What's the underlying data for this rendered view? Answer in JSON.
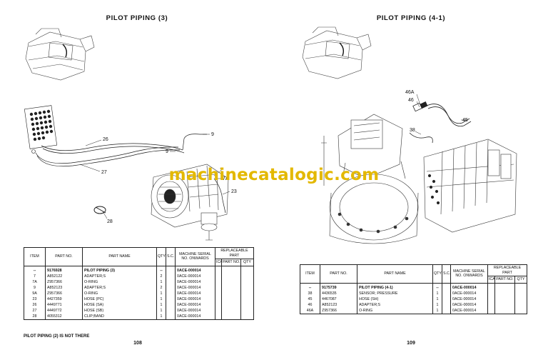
{
  "left_page": {
    "title": "PILOT PIPING (3)",
    "page_number": "108",
    "footnote": "PILOT PIPING (2) IS NOT THERE",
    "callouts": [
      "26",
      "27",
      "9",
      "9",
      "7",
      "7A",
      "23",
      "28"
    ],
    "table": {
      "headers": {
        "item": "ITEM",
        "part_no": "PART NO.",
        "part_name": "PART NAME",
        "qty": "QTY",
        "sc": "S.C.",
        "serial": "MACHINE SERIAL NO. ONWARDS",
        "replaceable": "REPLACEABLE PART",
        "ica": "ICA",
        "rep_part_no": "PART NO.",
        "rep_qty": "QTY"
      },
      "rows": [
        {
          "item": "--",
          "part_no": "9176928",
          "part_name": "PILOT PIPING (3)",
          "qty": "--",
          "sc": "",
          "serial": "0ACE-000014",
          "bold": true
        },
        {
          "item": "7",
          "part_no": "A852122",
          "part_name": "ADAPTER;S",
          "qty": "2",
          "sc": "",
          "serial": "0ACE-000014",
          "bold": false
        },
        {
          "item": "7A",
          "part_no": "Z957366",
          "part_name": "O-RING",
          "qty": "1",
          "sc": "",
          "serial": "0ACE-000014",
          "bold": false
        },
        {
          "item": "9",
          "part_no": "A852123",
          "part_name": "ADAPTER;S",
          "qty": "2",
          "sc": "",
          "serial": "0ACE-000014",
          "bold": false
        },
        {
          "item": "9A",
          "part_no": "Z957366",
          "part_name": "O-RING",
          "qty": "1",
          "sc": "",
          "serial": "0ACE-000014",
          "bold": false
        },
        {
          "item": "23",
          "part_no": "4427359",
          "part_name": "HOSE (PC)",
          "qty": "1",
          "sc": "",
          "serial": "0ACE-000014",
          "bold": false
        },
        {
          "item": "26",
          "part_no": "4449771",
          "part_name": "HOSE (SA)",
          "qty": "1",
          "sc": "",
          "serial": "0ACE-000014",
          "bold": false
        },
        {
          "item": "27",
          "part_no": "4449772",
          "part_name": "HOSE (SB)",
          "qty": "1",
          "sc": "",
          "serial": "0ACE-000014",
          "bold": false
        },
        {
          "item": "28",
          "part_no": "4055312",
          "part_name": "CLIP;BAND",
          "qty": "1",
          "sc": "",
          "serial": "0ACE-000014",
          "bold": false
        }
      ]
    }
  },
  "right_page": {
    "title": "PILOT PIPING (4-1)",
    "page_number": "109",
    "callouts": [
      "46A",
      "46",
      "45",
      "38"
    ],
    "table": {
      "headers": {
        "item": "ITEM",
        "part_no": "PART NO.",
        "part_name": "PART NAME",
        "qty": "QTY",
        "sc": "S.C.",
        "serial": "MACHINE SERIAL NO. ONWARDS",
        "replaceable": "REPLACEABLE PART",
        "ica": "ICA",
        "rep_part_no": "PART NO.",
        "rep_qty": "QTY"
      },
      "rows": [
        {
          "item": "--",
          "part_no": "9175739",
          "part_name": "PILOT PIPING (4-1)",
          "qty": "--",
          "sc": "",
          "serial": "0ACE-000014",
          "bold": true
        },
        {
          "item": "38",
          "part_no": "4436535",
          "part_name": "SENSOR; PRESSURE",
          "qty": "1",
          "sc": "",
          "serial": "0ACE-000014",
          "bold": false
        },
        {
          "item": "45",
          "part_no": "4467087",
          "part_name": "HOSE (SH)",
          "qty": "1",
          "sc": "",
          "serial": "0ACE-000014",
          "bold": false
        },
        {
          "item": "46",
          "part_no": "A852123",
          "part_name": "ADAPTER;S",
          "qty": "1",
          "sc": "",
          "serial": "0ACE-000014",
          "bold": false
        },
        {
          "item": "46A",
          "part_no": "Z957366",
          "part_name": "O-RING",
          "qty": "1",
          "sc": "",
          "serial": "0ACE-000014",
          "bold": false
        }
      ]
    }
  },
  "watermark": "machinecatalogic.com"
}
